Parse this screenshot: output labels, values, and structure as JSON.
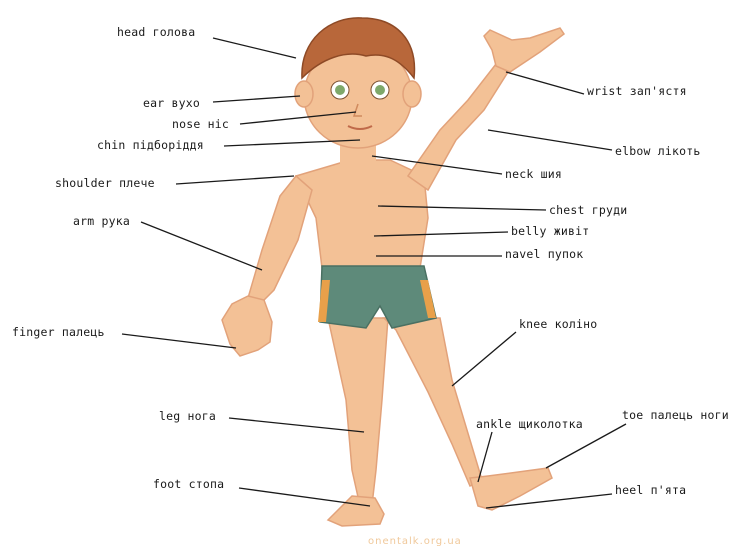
{
  "labels": {
    "head": "head голова",
    "ear": "ear вухо",
    "nose": "nose ніс",
    "chin": "chin підборіддя",
    "shoulder": "shoulder плече",
    "arm": "arm рука",
    "finger": "finger палець",
    "leg": "leg нога",
    "foot": "foot стопа",
    "wrist": "wrist зап'ястя",
    "elbow": "elbow лікоть",
    "neck": "neck шия",
    "chest": "chest груди",
    "belly": "belly живіт",
    "navel": "navel пупок",
    "knee": "knee коліно",
    "ankle": "ankle щиколотка",
    "toe": "toe палець ноги",
    "heel": "heel п'ята"
  },
  "watermark": "onentalk.org.ua",
  "colors": {
    "skin": "#f3c196",
    "skin_shade": "#e2a27a",
    "hair": "#b8673a",
    "hair_dark": "#8e4a26",
    "shorts": "#5e8a7a",
    "shorts_stripe": "#e8a04a",
    "eyes": "#7ea86a",
    "line": "#1a1a1a"
  }
}
